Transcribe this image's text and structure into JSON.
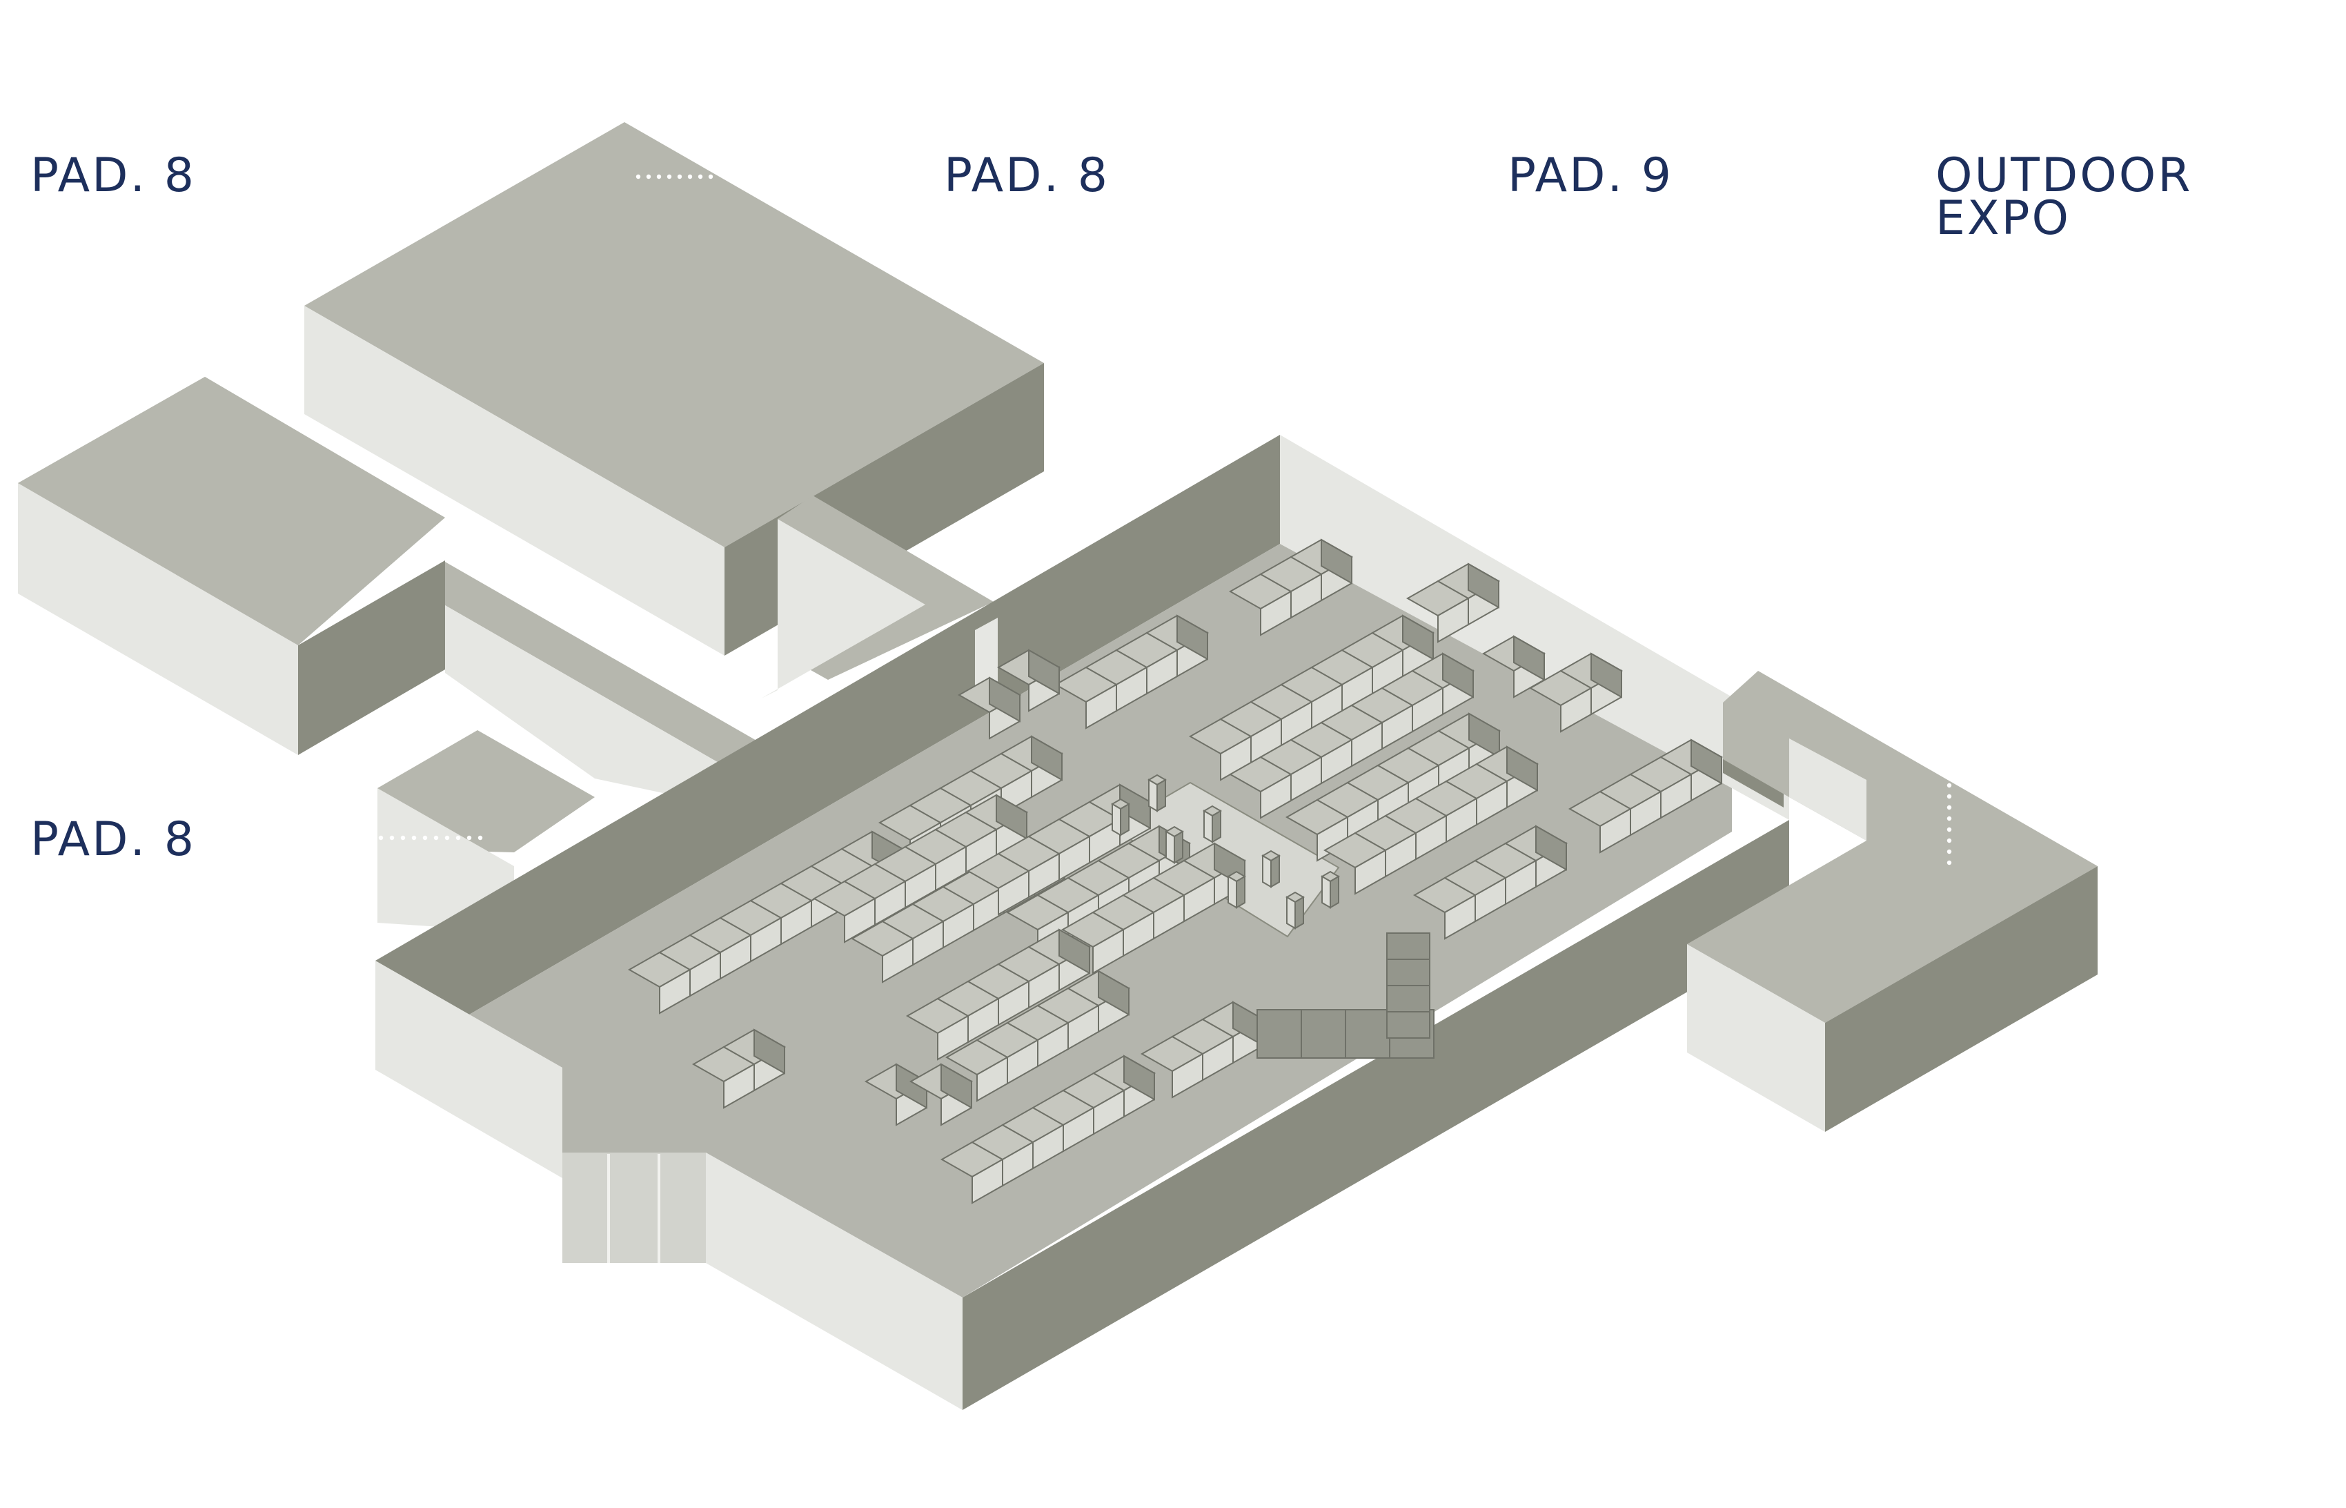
{
  "labels": {
    "pad8_top_left": "PAD. 8",
    "pad8_top_center": "PAD. 8",
    "pad9": "PAD. 9",
    "outdoor_expo_line1": "OUTDOOR",
    "outdoor_expo_line2": "EXPO",
    "pad8_left_middle": "PAD. 8"
  },
  "colors": {
    "label_text": "#1d2f5c",
    "roof": "#b6b7ae",
    "wall_light": "#e6e7e3",
    "wall_dark": "#8a8c80",
    "floor": "#b4b5ad",
    "booth_top": "#c6c7bf",
    "booth_left": "#dcddd7",
    "booth_right": "#94968c",
    "outline": "#6f7168",
    "dots": "#ffffff"
  }
}
